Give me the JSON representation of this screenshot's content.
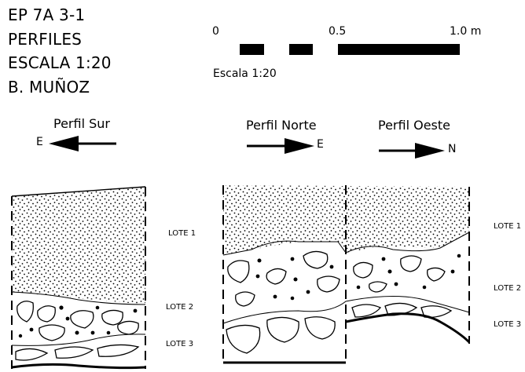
{
  "header": {
    "lines": [
      "EP 7A 3-1",
      "PERFILES",
      "ESCALA 1:20",
      "B. MUÑOZ"
    ]
  },
  "scale_bar": {
    "tick_labels": [
      "0",
      "0.5",
      "1.0 m"
    ],
    "caption": "Escala 1:20"
  },
  "profiles": [
    {
      "title": "Perfil Sur",
      "direction": "E",
      "arrow": "left"
    },
    {
      "title": "Perfil Norte",
      "direction": "E",
      "arrow": "right"
    },
    {
      "title": "Perfil Oeste",
      "direction": "N",
      "arrow": "right"
    }
  ],
  "layers": {
    "left_profile": [
      "LOTE 1",
      "LOTE 2",
      "LOTE 3"
    ],
    "right_profiles": [
      "LOTE 1",
      "LOTE 2",
      "LOTE 3"
    ]
  },
  "colors": {
    "ink": "#000000",
    "paper": "#ffffff"
  }
}
